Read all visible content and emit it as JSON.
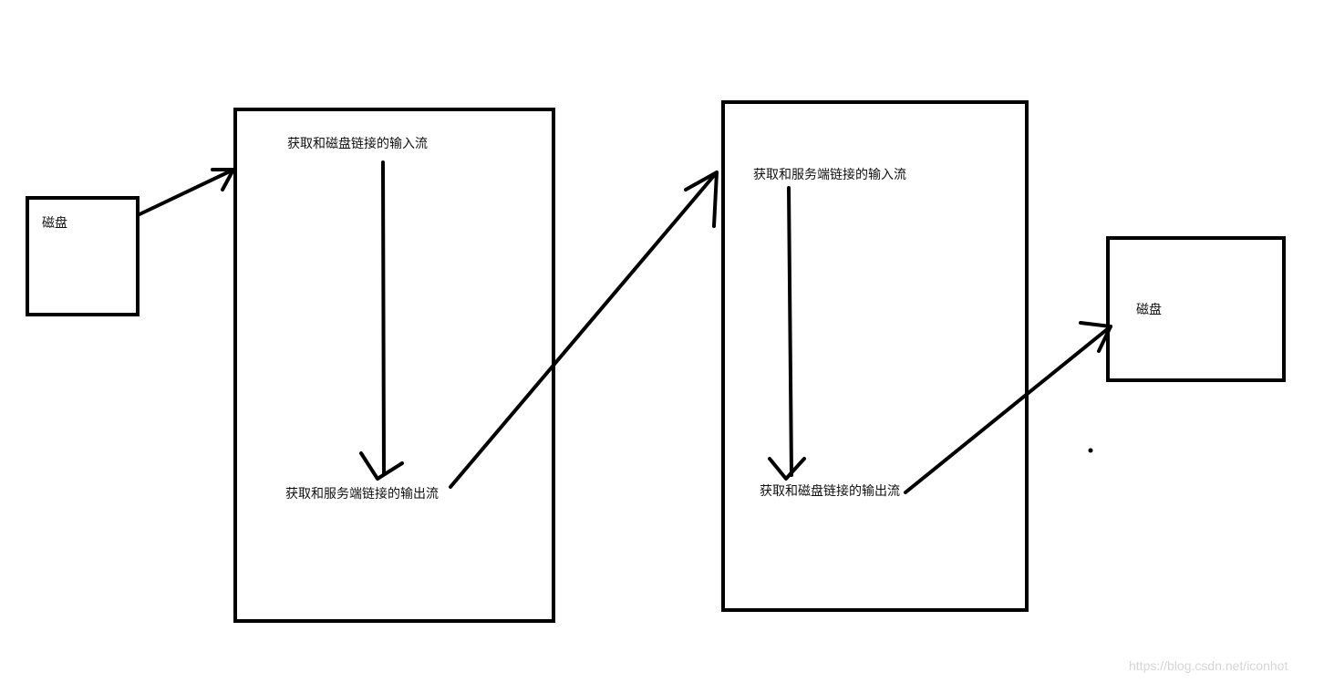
{
  "diagram": {
    "left_disk_label": "磁盘",
    "server1_input_label": "获取和磁盘链接的输入流",
    "server1_output_label": "获取和服务端链接的输出流",
    "server2_input_label": "获取和服务端链接的输入流",
    "server2_output_label": "获取和磁盘链接的输出流",
    "right_disk_label": "磁盘"
  },
  "watermark": "https://blog.csdn.net/iconhot",
  "colors": {
    "stroke": "#000000",
    "background": "#ffffff",
    "watermark": "#d6d6d6"
  }
}
